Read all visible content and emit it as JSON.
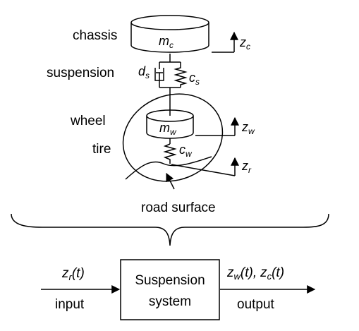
{
  "labels": {
    "chassis": "chassis",
    "suspension": "suspension",
    "wheel": "wheel",
    "tire": "tire",
    "road_surface": "road surface"
  },
  "masses": {
    "chassis": {
      "base": "m",
      "sub": "c"
    },
    "wheel": {
      "base": "m",
      "sub": "w"
    }
  },
  "elements": {
    "damper": {
      "base": "d",
      "sub": "s"
    },
    "spring_suspension": {
      "base": "c",
      "sub": "s"
    },
    "spring_tire": {
      "base": "c",
      "sub": "w"
    }
  },
  "coordinates": {
    "chassis": {
      "base": "z",
      "sub": "c"
    },
    "wheel": {
      "base": "z",
      "sub": "w"
    },
    "road": {
      "base": "z",
      "sub": "r"
    }
  },
  "block": {
    "title_line1": "Suspension",
    "title_line2": "system",
    "input_signal": {
      "base": "z",
      "sub": "r",
      "arg": "(t)"
    },
    "input_label": "input",
    "output_signal_1": {
      "base": "z",
      "sub": "w",
      "arg": "(t),"
    },
    "output_signal_2": {
      "base": "z",
      "sub": "c",
      "arg": "(t)"
    },
    "output_label": "output"
  }
}
